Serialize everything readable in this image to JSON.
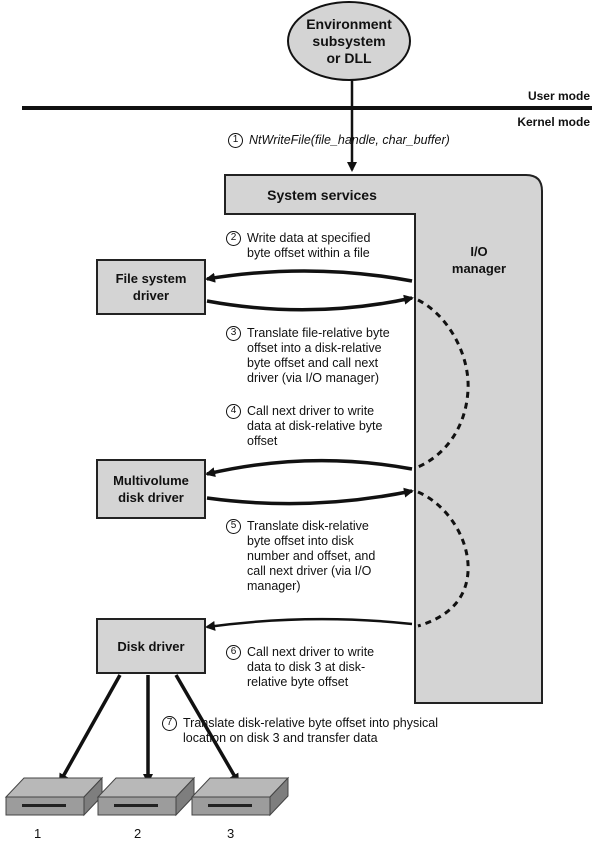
{
  "environment": {
    "line1": "Environment",
    "line2": "subsystem",
    "line3": "or DLL"
  },
  "modes": {
    "user": "User mode",
    "kernel": "Kernel mode"
  },
  "system_services": "System services",
  "io_manager": {
    "line1": "I/O",
    "line2": "manager"
  },
  "drivers": {
    "file_system": {
      "line1": "File system",
      "line2": "driver"
    },
    "multivolume": {
      "line1": "Multivolume",
      "line2": "disk driver"
    },
    "disk": "Disk driver"
  },
  "steps": [
    {
      "num": "1",
      "lines": [
        "NtWriteFile(file_handle, char_buffer)"
      ]
    },
    {
      "num": "2",
      "lines": [
        "Write data at specified",
        "byte offset within a file"
      ]
    },
    {
      "num": "3",
      "lines": [
        "Translate file-relative byte",
        "offset into a disk-relative",
        "byte offset and call next",
        "driver (via I/O manager)"
      ]
    },
    {
      "num": "4",
      "lines": [
        "Call next driver to write",
        "data at disk-relative byte",
        "offset"
      ]
    },
    {
      "num": "5",
      "lines": [
        "Translate disk-relative",
        "byte offset into disk",
        "number and offset, and",
        "call next driver (via I/O",
        "manager)"
      ]
    },
    {
      "num": "6",
      "lines": [
        "Call next driver to write",
        "data to disk 3 at disk-",
        "relative byte offset"
      ]
    },
    {
      "num": "7",
      "lines": [
        "Translate disk-relative byte offset into physical",
        "location on disk 3 and transfer data"
      ]
    }
  ],
  "disks": [
    "1",
    "2",
    "3"
  ],
  "colors": {
    "box_fill": "#d4d4d4",
    "line": "#111111"
  }
}
